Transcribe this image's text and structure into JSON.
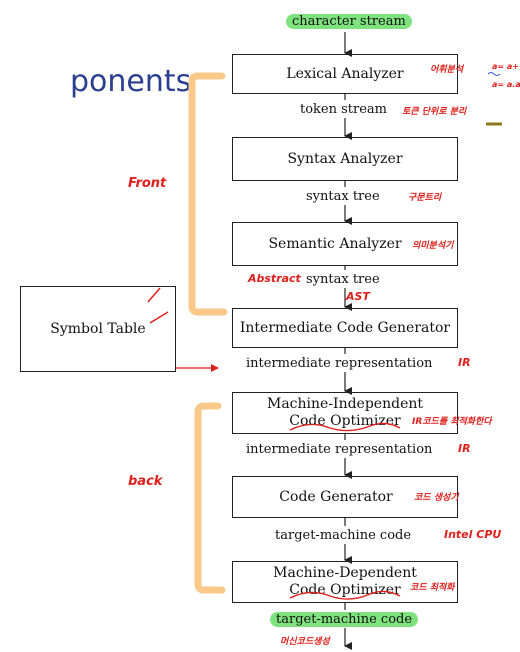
{
  "slide": {
    "title_fragment": "ponents"
  },
  "pipeline": {
    "input_label": "character stream",
    "lexical": "Lexical Analyzer",
    "token_stream": "token stream",
    "syntax": "Syntax Analyzer",
    "syntax_tree_1": "syntax tree",
    "semantic": "Semantic Analyzer",
    "syntax_tree_2": "syntax tree",
    "intermediate": "Intermediate Code Generator",
    "ir_1": "intermediate representation",
    "mi_opt_line1": "Machine-Independent",
    "mi_opt_line2": "Code Optimizer",
    "ir_2": "intermediate representation",
    "codegen": "Code Generator",
    "target_1": "target-machine code",
    "md_opt_line1": "Machine-Dependent",
    "md_opt_line2": "Code Optimizer",
    "output_label": "target-machine code"
  },
  "symbol_table": "Symbol Table",
  "annotations": {
    "lexical_note": "어휘분석",
    "token_note": "토큰 단위로 분리",
    "syntax_tree_note": "구문트리",
    "semantic_note": "의미분석기",
    "abstract": "Abstract",
    "ast": "AST",
    "ir_note_1": "IR",
    "mi_opt_note": "IR코드를 최적화한다",
    "ir_note_2": "IR",
    "codegen_note": "코드 생성기",
    "intel_cpu": "Intel CPU",
    "md_opt_note": "코드 최적화",
    "machine_code_note": "머신코드생성",
    "front": "Front",
    "back": "back",
    "corner_note_1": "a= a+",
    "corner_note_2": "a= a.a"
  },
  "colors": {
    "bracket": "#f9c98a",
    "highlight": "#7ee27e",
    "ink": "#e0201c",
    "title": "#2a3f8f"
  }
}
